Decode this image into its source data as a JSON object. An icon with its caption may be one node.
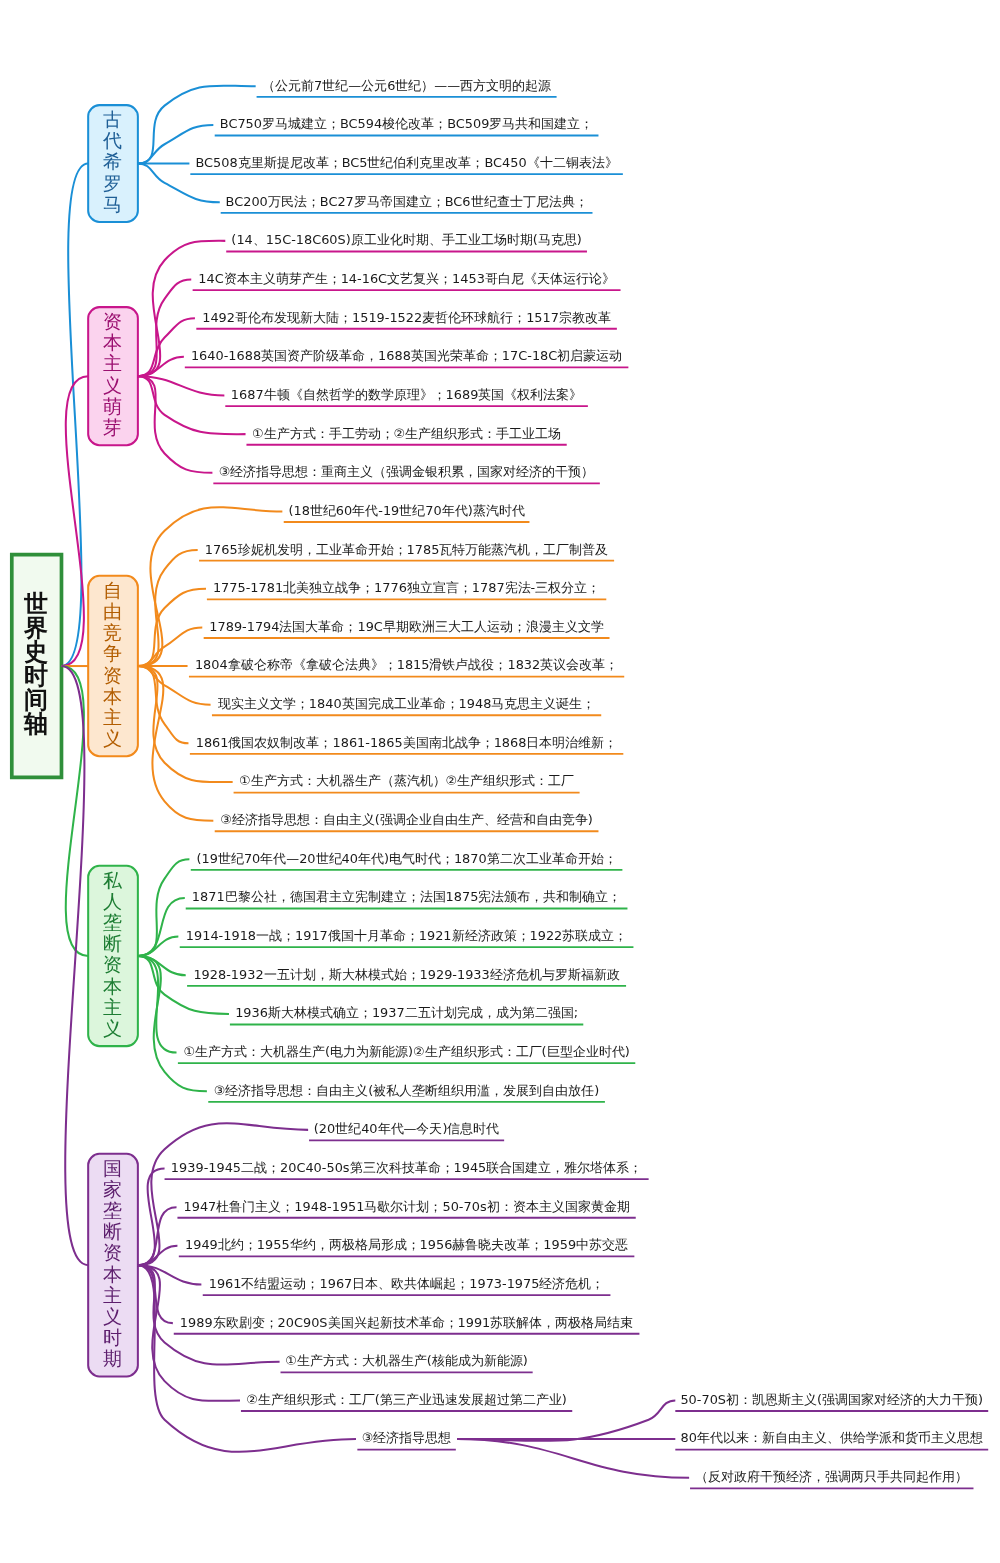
{
  "diagram": {
    "nodes": [
      {
        "text": [
          "世界史时间轴"
        ]
      },
      {
        "text": [
          "古代希罗马"
        ]
      },
      {
        "text": [
          "（公元前7世纪—公元6世纪）——西方文明的起源"
        ]
      },
      {
        "text": [
          "BC750罗马城建立；BC594梭伦改革；BC509罗马共和国建立；"
        ]
      },
      {
        "text": [
          "BC508克里斯提尼改革；BC5世纪伯利克里改革；BC450《十二铜表法》"
        ]
      },
      {
        "text": [
          "BC200万民法；BC27罗马帝国建立；BC6世纪查士丁尼法典；"
        ]
      },
      {
        "text": [
          "资本主义萌芽"
        ]
      },
      {
        "text": [
          "(14、15C-18C60S)原工业化时期、手工业工场时期(马克思)"
        ]
      },
      {
        "text": [
          "14C资本主义萌芽产生；14-16C文艺复兴；1453哥白尼《天体运行论》"
        ]
      },
      {
        "text": [
          "1492哥伦布发现新大陆；1519-1522麦哲伦环球航行；1517宗教改革"
        ]
      },
      {
        "text": [
          "1640-1688英国资产阶级革命，1688英国光荣革命；17C-18C初启蒙运动"
        ]
      },
      {
        "text": [
          "1687牛顿《自然哲学的数学原理》；1689英国《权利法案》"
        ]
      },
      {
        "text": [
          "①生产方式：手工劳动；②生产组织形式：手工业工场"
        ]
      },
      {
        "text": [
          "③经济指导思想：重商主义（强调金银积累，国家对经济的干预）"
        ]
      },
      {
        "text": [
          "自由竞争资本主义"
        ]
      },
      {
        "text": [
          "(18世纪60年代-19世纪70年代)蒸汽时代"
        ]
      },
      {
        "text": [
          "1765珍妮机发明，工业革命开始；1785瓦特万能蒸汽机，工厂制普及"
        ]
      },
      {
        "text": [
          "1775-1781北美独立战争；1776独立宣言；1787宪法-三权分立；"
        ]
      },
      {
        "text": [
          "1789-1794法国大革命；19C早期欧洲三大工人运动；浪漫主义文学"
        ]
      },
      {
        "text": [
          "1804拿破仑称帝《拿破仑法典》；1815滑铁卢战役；1832英议会改革；"
        ]
      },
      {
        "text": [
          "现实主义文学；1840英国完成工业革命；1948马克思主义诞生；"
        ]
      },
      {
        "text": [
          "1861俄国农奴制改革；1861-1865美国南北战争；1868日本明治维新；"
        ]
      },
      {
        "text": [
          "①生产方式：大机器生产（蒸汽机）②生产组织形式：工厂"
        ]
      },
      {
        "text": [
          "③经济指导思想：自由主义(强调企业自由生产、经营和自由竞争)"
        ]
      },
      {
        "text": [
          "私人垄断资本主义"
        ]
      },
      {
        "text": [
          "(19世纪70年代—20世纪40年代)电气时代；1870第二次工业革命开始；"
        ]
      },
      {
        "text": [
          "1871巴黎公社，德国君主立宪制建立；法国1875宪法颁布，共和制确立；"
        ]
      },
      {
        "text": [
          "1914-1918一战；1917俄国十月革命；1921新经济政策；1922苏联成立；"
        ]
      },
      {
        "text": [
          "1928-1932一五计划，斯大林模式始；1929-1933经济危机与罗斯福新政"
        ]
      },
      {
        "text": [
          "1936斯大林模式确立；1937二五计划完成，成为第二强国;"
        ]
      },
      {
        "text": [
          "①生产方式：大机器生产(电力为新能源)②生产组织形式：工厂(巨型企业时代)"
        ]
      },
      {
        "text": [
          "③经济指导思想：自由主义(被私人垄断组织用滥，发展到自由放任)"
        ]
      },
      {
        "text": [
          "国家垄断资本主义时期"
        ]
      },
      {
        "text": [
          "(20世纪40年代—今天)信息时代"
        ]
      },
      {
        "text": [
          "1939-1945二战；20C40-50s第三次科技革命；1945联合国建立，雅尔塔体系；"
        ]
      },
      {
        "text": [
          "1947杜鲁门主义；1948-1951马歇尔计划；50-70s初：资本主义国家黄金期"
        ]
      },
      {
        "text": [
          "1949北约；1955华约，两极格局形成；1956赫鲁晓夫改革；1959中苏交恶"
        ]
      },
      {
        "text": [
          "1961不结盟运动；1967日本、欧共体崛起；1973-1975经济危机；"
        ]
      },
      {
        "text": [
          "1989东欧剧变；20C90S美国兴起新技术革命；1991苏联解体，两极格局结束"
        ]
      },
      {
        "text": [
          "①生产方式：大机器生产(核能成为新能源)"
        ]
      },
      {
        "text": [
          "②生产组织形式：工厂(第三产业迅速发展超过第二产业)"
        ]
      },
      {
        "text": [
          "③经济指导思想"
        ]
      },
      {
        "text": [
          "50-70S初：凯恩斯主义(强调国家对经济的大力干预)"
        ]
      },
      {
        "text": [
          "80年代以来：新自由主义、供给学派和货币主义思想"
        ]
      },
      {
        "text": [
          "（反对政府干预经济，强调两只手共同起作用）"
        ]
      }
    ],
    "edges": [
      {
        "from": 0,
        "to": 1,
        "arrow": "none",
        "color": "#1a8fd6"
      },
      {
        "from": 1,
        "to": 2,
        "arrow": "none",
        "color": "#1a8fd6"
      },
      {
        "from": 1,
        "to": 3,
        "arrow": "none",
        "color": "#1a8fd6"
      },
      {
        "from": 1,
        "to": 4,
        "arrow": "none",
        "color": "#1a8fd6"
      },
      {
        "from": 1,
        "to": 5,
        "arrow": "none",
        "color": "#1a8fd6"
      },
      {
        "from": 0,
        "to": 6,
        "arrow": "none",
        "color": "#c8168b"
      },
      {
        "from": 6,
        "to": 7,
        "arrow": "none",
        "color": "#c8168b"
      },
      {
        "from": 6,
        "to": 8,
        "arrow": "none",
        "color": "#c8168b"
      },
      {
        "from": 6,
        "to": 9,
        "arrow": "none",
        "color": "#c8168b"
      },
      {
        "from": 6,
        "to": 10,
        "arrow": "none",
        "color": "#c8168b"
      },
      {
        "from": 6,
        "to": 11,
        "arrow": "none",
        "color": "#c8168b"
      },
      {
        "from": 6,
        "to": 12,
        "arrow": "none",
        "color": "#c8168b"
      },
      {
        "from": 6,
        "to": 13,
        "arrow": "none",
        "color": "#c8168b"
      },
      {
        "from": 0,
        "to": 14,
        "arrow": "none",
        "color": "#f28a1c"
      },
      {
        "from": 14,
        "to": 15,
        "arrow": "none",
        "color": "#f28a1c"
      },
      {
        "from": 14,
        "to": 16,
        "arrow": "none",
        "color": "#f28a1c"
      },
      {
        "from": 14,
        "to": 17,
        "arrow": "none",
        "color": "#f28a1c"
      },
      {
        "from": 14,
        "to": 18,
        "arrow": "none",
        "color": "#f28a1c"
      },
      {
        "from": 14,
        "to": 19,
        "arrow": "none",
        "color": "#f28a1c"
      },
      {
        "from": 14,
        "to": 20,
        "arrow": "none",
        "color": "#f28a1c"
      },
      {
        "from": 14,
        "to": 21,
        "arrow": "none",
        "color": "#f28a1c"
      },
      {
        "from": 14,
        "to": 22,
        "arrow": "none",
        "color": "#f28a1c"
      },
      {
        "from": 14,
        "to": 23,
        "arrow": "none",
        "color": "#f28a1c"
      },
      {
        "from": 0,
        "to": 24,
        "arrow": "none",
        "color": "#2fb34a"
      },
      {
        "from": 24,
        "to": 25,
        "arrow": "none",
        "color": "#2fb34a"
      },
      {
        "from": 24,
        "to": 26,
        "arrow": "none",
        "color": "#2fb34a"
      },
      {
        "from": 24,
        "to": 27,
        "arrow": "none",
        "color": "#2fb34a"
      },
      {
        "from": 24,
        "to": 28,
        "arrow": "none",
        "color": "#2fb34a"
      },
      {
        "from": 24,
        "to": 29,
        "arrow": "none",
        "color": "#2fb34a"
      },
      {
        "from": 24,
        "to": 30,
        "arrow": "none",
        "color": "#2fb34a"
      },
      {
        "from": 24,
        "to": 31,
        "arrow": "none",
        "color": "#2fb34a"
      },
      {
        "from": 0,
        "to": 32,
        "arrow": "none",
        "color": "#7d2e8e"
      },
      {
        "from": 32,
        "to": 33,
        "arrow": "none",
        "color": "#7d2e8e"
      },
      {
        "from": 32,
        "to": 34,
        "arrow": "none",
        "color": "#7d2e8e"
      },
      {
        "from": 32,
        "to": 35,
        "arrow": "none",
        "color": "#7d2e8e"
      },
      {
        "from": 32,
        "to": 36,
        "arrow": "none",
        "color": "#7d2e8e"
      },
      {
        "from": 32,
        "to": 37,
        "arrow": "none",
        "color": "#7d2e8e"
      },
      {
        "from": 32,
        "to": 38,
        "arrow": "none",
        "color": "#7d2e8e"
      },
      {
        "from": 32,
        "to": 39,
        "arrow": "none",
        "color": "#7d2e8e"
      },
      {
        "from": 32,
        "to": 40,
        "arrow": "none",
        "color": "#7d2e8e"
      },
      {
        "from": 32,
        "to": 41,
        "arrow": "none",
        "color": "#7d2e8e"
      },
      {
        "from": 41,
        "to": 42,
        "arrow": "none",
        "color": "#7d2e8e"
      },
      {
        "from": 41,
        "to": 43,
        "arrow": "none",
        "color": "#7d2e8e"
      },
      {
        "from": 41,
        "to": 44,
        "arrow": "none",
        "color": "#7d2e8e"
      }
    ]
  }
}
